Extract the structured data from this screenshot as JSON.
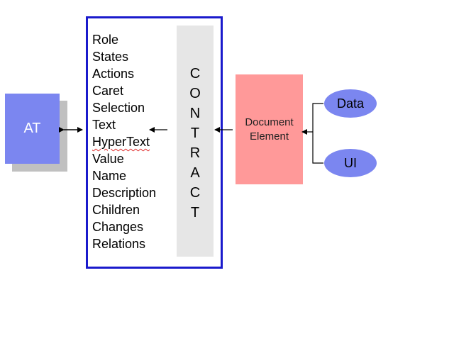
{
  "at": {
    "label": "AT"
  },
  "contract": {
    "attributes": [
      "Role",
      "States",
      "Actions",
      "Caret",
      "Selection",
      "Text",
      "HyperText",
      "Value",
      "Name",
      "Description",
      "Children",
      "Changes",
      "Relations"
    ],
    "letters": [
      "C",
      "O",
      "N",
      "T",
      "R",
      "A",
      "C",
      "T"
    ]
  },
  "document_element": {
    "line1": "Document",
    "line2": "Element"
  },
  "sources": {
    "data_label": "Data",
    "ui_label": "UI"
  },
  "colors": {
    "at_fill": "#7b86f0",
    "panel_border": "#1a1acc",
    "doc_fill": "#ff9999",
    "band_fill": "#e6e6e6"
  }
}
